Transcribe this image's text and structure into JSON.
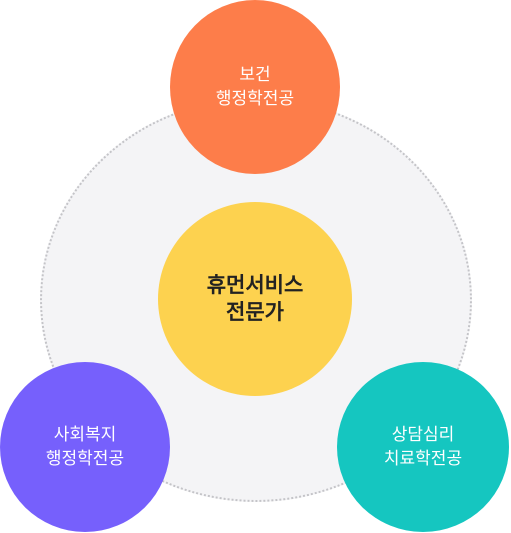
{
  "center": {
    "line1": "휴먼서비스",
    "line2": "전문가",
    "color": "#fdd24f"
  },
  "nodes": {
    "top": {
      "line1": "보건",
      "line2": "행정학전공",
      "color": "#fd7d4a"
    },
    "left": {
      "line1": "사회복지",
      "line2": "행정학전공",
      "color": "#7660fc"
    },
    "right": {
      "line1": "상담심리",
      "line2": "치료학전공",
      "color": "#15c6c0"
    }
  }
}
